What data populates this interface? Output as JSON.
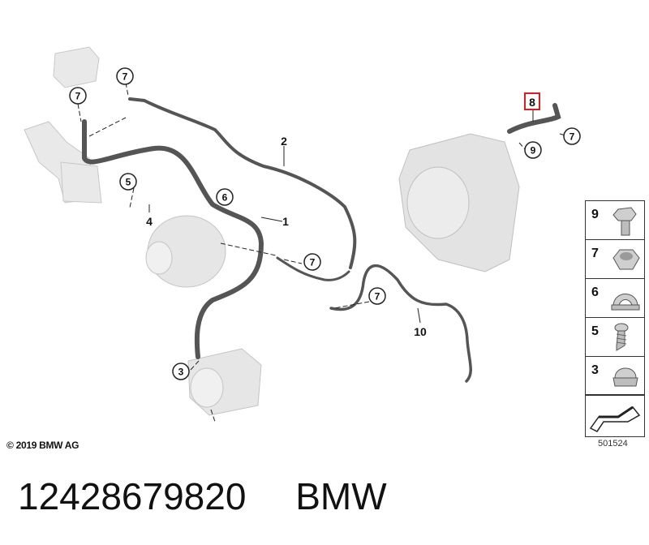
{
  "callouts": [
    {
      "id": "1",
      "boxed": false,
      "circled": false
    },
    {
      "id": "2",
      "boxed": false,
      "circled": false
    },
    {
      "id": "3",
      "boxed": false,
      "circled": true
    },
    {
      "id": "4",
      "boxed": false,
      "circled": false
    },
    {
      "id": "5",
      "boxed": false,
      "circled": true
    },
    {
      "id": "6",
      "boxed": false,
      "circled": true
    },
    {
      "id": "7",
      "boxed": false,
      "circled": true
    },
    {
      "id": "8",
      "boxed": true,
      "circled": false,
      "highlight_color": "#d42020"
    },
    {
      "id": "9",
      "boxed": false,
      "circled": true
    },
    {
      "id": "10",
      "boxed": false,
      "circled": false
    }
  ],
  "legend": {
    "items": [
      {
        "number": "9",
        "icon": "hex-bolt-icon"
      },
      {
        "number": "7",
        "icon": "hex-nut-icon"
      },
      {
        "number": "6",
        "icon": "cable-clip-icon"
      },
      {
        "number": "5",
        "icon": "screw-icon"
      },
      {
        "number": "3",
        "icon": "cap-nut-icon"
      }
    ],
    "arrow_icon": "direction-arrow-icon"
  },
  "copyright": "© 2019 BMW AG",
  "diagram_number": "501524",
  "part_number": "12428679820",
  "brand": "BMW"
}
